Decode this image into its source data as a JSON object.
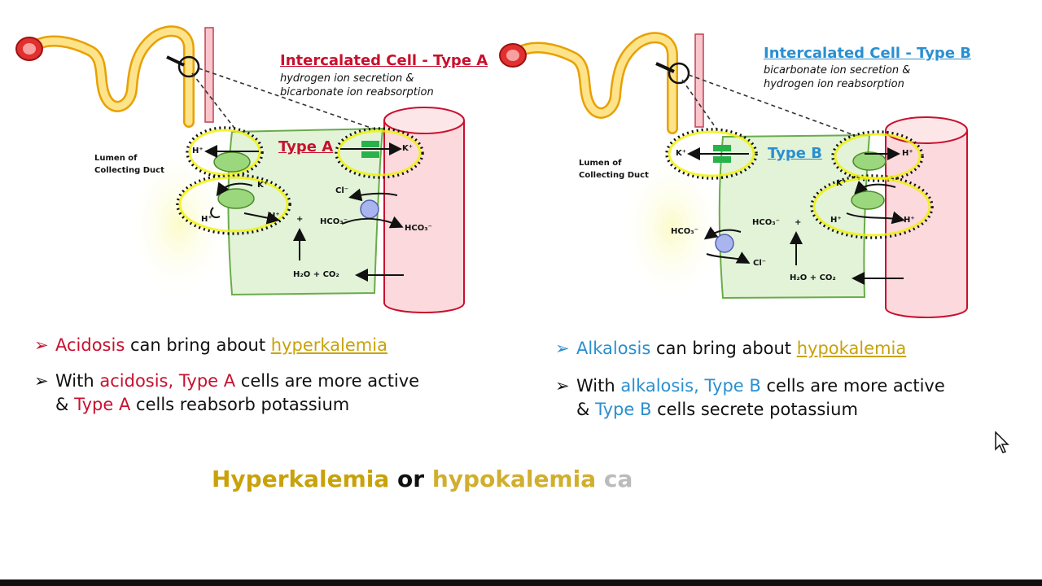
{
  "left": {
    "title": "Intercalated Cell - Type A",
    "subtitle_1": "hydrogen ion secretion &",
    "subtitle_2": "bicarbonate ion reabsorption",
    "lumen_1": "Lumen of",
    "lumen_2": "Collecting Duct",
    "type_label": "Type A",
    "chem": {
      "h_top": "H⁺",
      "k_top": "K⁺",
      "k_mid": "K⁺",
      "h_low_left": "H⁺",
      "h_low_right": "H⁺",
      "plus": "+",
      "cl": "Cl⁻",
      "hco3_a": "HCO₃⁻",
      "hco3_b": "HCO₃⁻",
      "h2o_co2": "H₂O + CO₂"
    },
    "bullet1": {
      "arrow": "➢",
      "a": "Acidosis",
      "b": " can bring about ",
      "c": "hyperkalemia"
    },
    "bullet2": {
      "arrow": "➢",
      "a": "With ",
      "b": "acidosis, Type A",
      "c": " cells are more active",
      "d": "& ",
      "e": "Type A",
      "f": " cells reabsorb potassium"
    }
  },
  "right": {
    "title": "Intercalated Cell - Type B",
    "subtitle_1": "bicarbonate ion secretion &",
    "subtitle_2": "hydrogen ion reabsorption",
    "lumen_1": "Lumen of",
    "lumen_2": "Collecting Duct",
    "type_label": "Type B",
    "chem": {
      "k_left": "K⁺",
      "h_top": "H⁺",
      "k_mid": "K⁺",
      "h_low_left": "H⁺",
      "h_low_right": "H⁺",
      "hco3_left": "HCO₃⁻",
      "hco3_mid": "HCO₃⁻",
      "plus": "+",
      "cl": "Cl⁻",
      "h2o_co2": "H₂O + CO₂"
    },
    "bullet1": {
      "arrow": "➢",
      "a": "Alkalosis",
      "b": " can bring about ",
      "c": "hypokalemia"
    },
    "bullet2": {
      "arrow": "➢",
      "a": "With ",
      "b": "alkalosis, Type B",
      "c": " cells are more active",
      "d": "& ",
      "e": "Type B",
      "f": " cells secrete potassium"
    }
  },
  "bottom": {
    "a": "Hyperkalemia",
    "b": " or ",
    "c": "hypokalemia",
    "d": " ca"
  },
  "colors": {
    "red": "#c8102e",
    "blue": "#2a8fd0",
    "gold": "#c9a20a",
    "cell": "#e2f3d8",
    "vessel": "#fbd9dc",
    "highlight": "#f1f100"
  }
}
